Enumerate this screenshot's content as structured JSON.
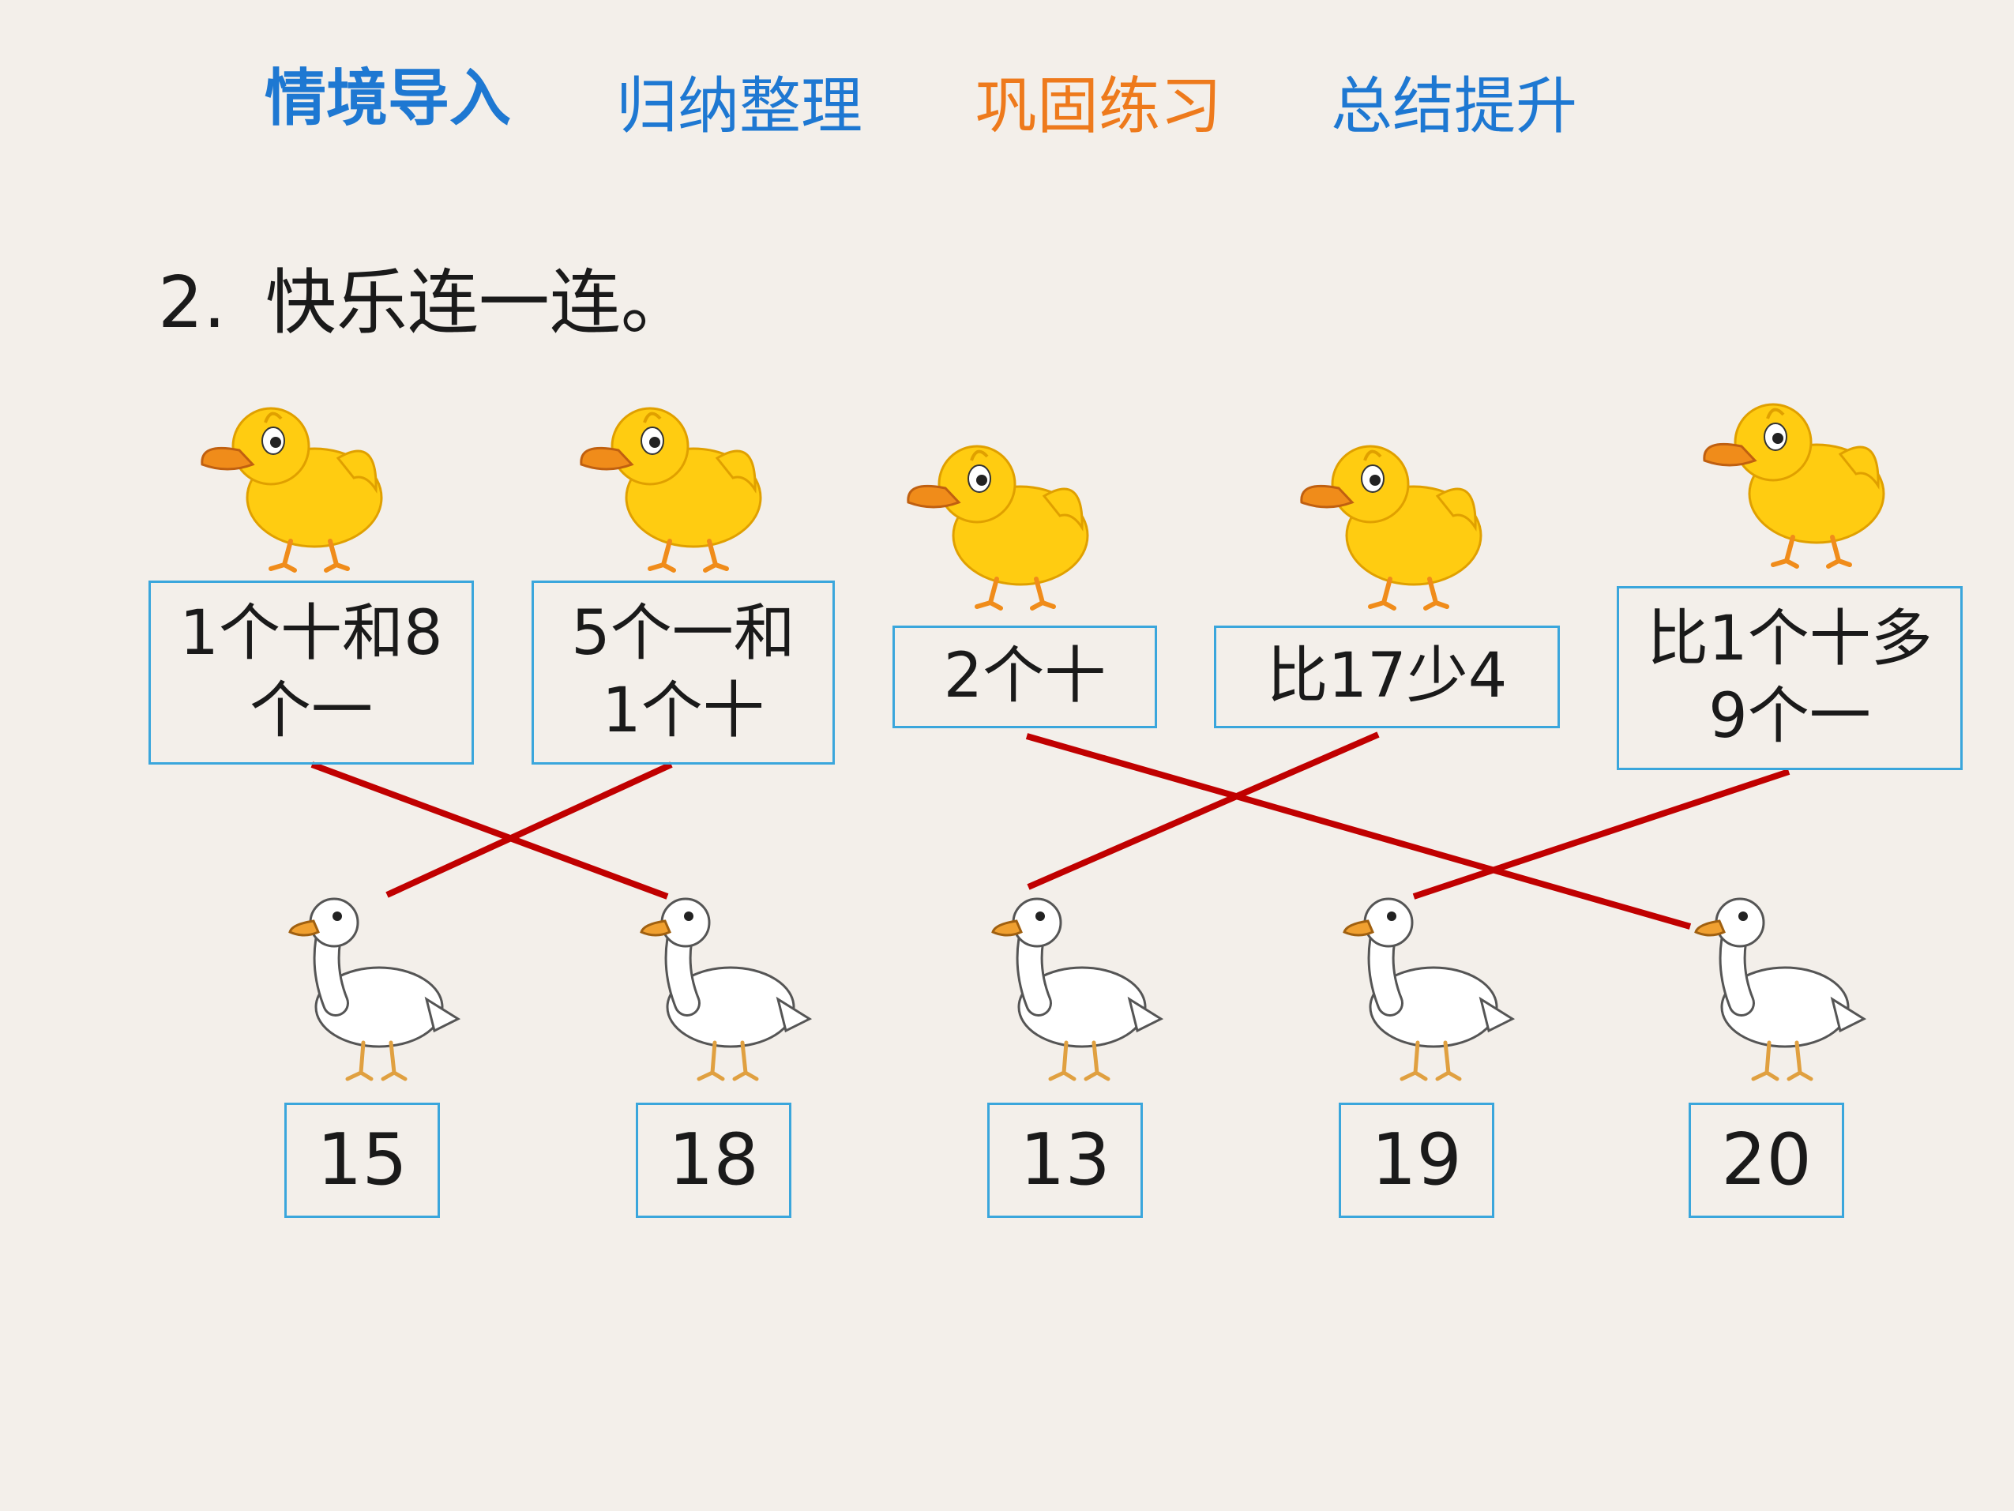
{
  "nav": {
    "tabs": [
      {
        "label": "情境导入",
        "color": "#1e78d2",
        "bold": true
      },
      {
        "label": "归纳整理",
        "color": "#1e78d2",
        "bold": false
      },
      {
        "label": "巩固练习",
        "color": "#ee7a1c",
        "bold": false
      },
      {
        "label": "总结提升",
        "color": "#1e78d2",
        "bold": false
      }
    ]
  },
  "question": {
    "number": "2.",
    "text": "快乐连一连。"
  },
  "ducklings": [
    {
      "lines": [
        "1个十和8",
        "个一"
      ]
    },
    {
      "lines": [
        "5个一和",
        "1个十"
      ]
    },
    {
      "lines": [
        "2个十"
      ]
    },
    {
      "lines": [
        "比17少4"
      ]
    },
    {
      "lines": [
        "比1个十多",
        "9个一"
      ]
    }
  ],
  "geese": [
    {
      "value": "15"
    },
    {
      "value": "18"
    },
    {
      "value": "13"
    },
    {
      "value": "19"
    },
    {
      "value": "20"
    }
  ],
  "connections": [
    {
      "from": "1个十和8个一",
      "to": "18"
    },
    {
      "from": "5个一和1个十",
      "to": "15"
    },
    {
      "from": "2个十",
      "to": "20"
    },
    {
      "from": "比17少4",
      "to": "13"
    },
    {
      "from": "比1个十多9个一",
      "to": "19"
    }
  ],
  "colors": {
    "box_border": "#3aa6dc",
    "line": "#c00000",
    "background": "#f3efea",
    "duckling": "#ffcc11",
    "goose": "#ffffff"
  }
}
